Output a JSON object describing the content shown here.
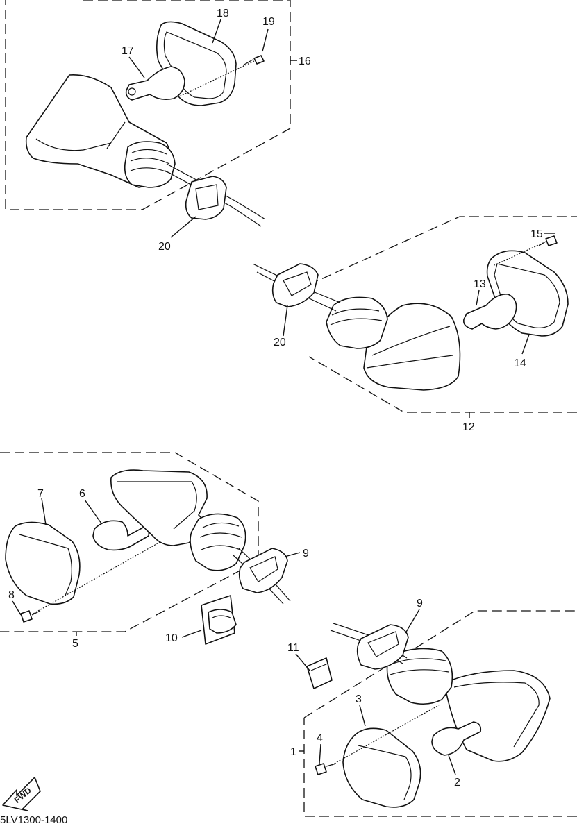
{
  "diagram": {
    "code": "5LV1300-1400",
    "fwd_label": "FWD",
    "labels": {
      "p1": "1",
      "p2": "2",
      "p3": "3",
      "p4": "4",
      "p5": "5",
      "p6": "6",
      "p7": "7",
      "p8": "8",
      "p9a": "9",
      "p9b": "9",
      "p10": "10",
      "p11": "11",
      "p12": "12",
      "p13": "13",
      "p14": "14",
      "p15": "15",
      "p16": "16",
      "p17": "17",
      "p18": "18",
      "p19": "19",
      "p20a": "20",
      "p20b": "20"
    }
  }
}
